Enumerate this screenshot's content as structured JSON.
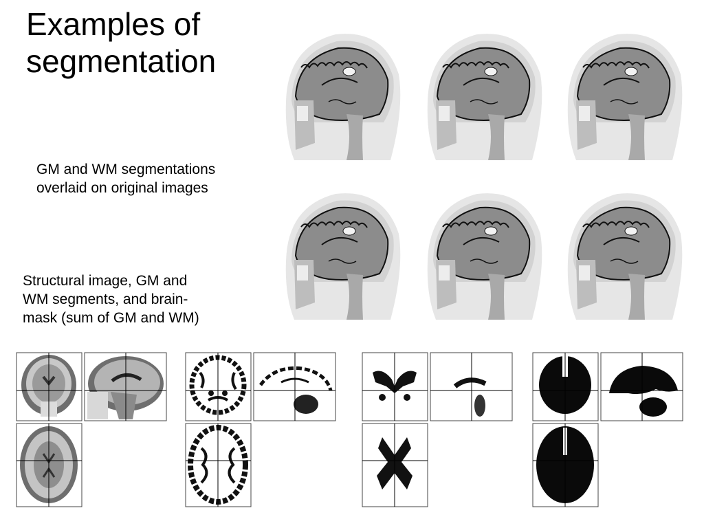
{
  "slide": {
    "title_line1": "Examples of",
    "title_line2": "segmentation",
    "caption_overlay_line1": "GM and WM segmentations",
    "caption_overlay_line2": "overlaid on original images",
    "caption_struct_line1": "Structural image, GM and",
    "caption_struct_line2": "WM segments, and brain-",
    "caption_struct_line3": "mask (sum of GM and WM)"
  },
  "colors": {
    "background": "#ffffff",
    "text": "#000000",
    "tissue_dark": "#111111",
    "scan_gray": "#8c8c8c"
  }
}
